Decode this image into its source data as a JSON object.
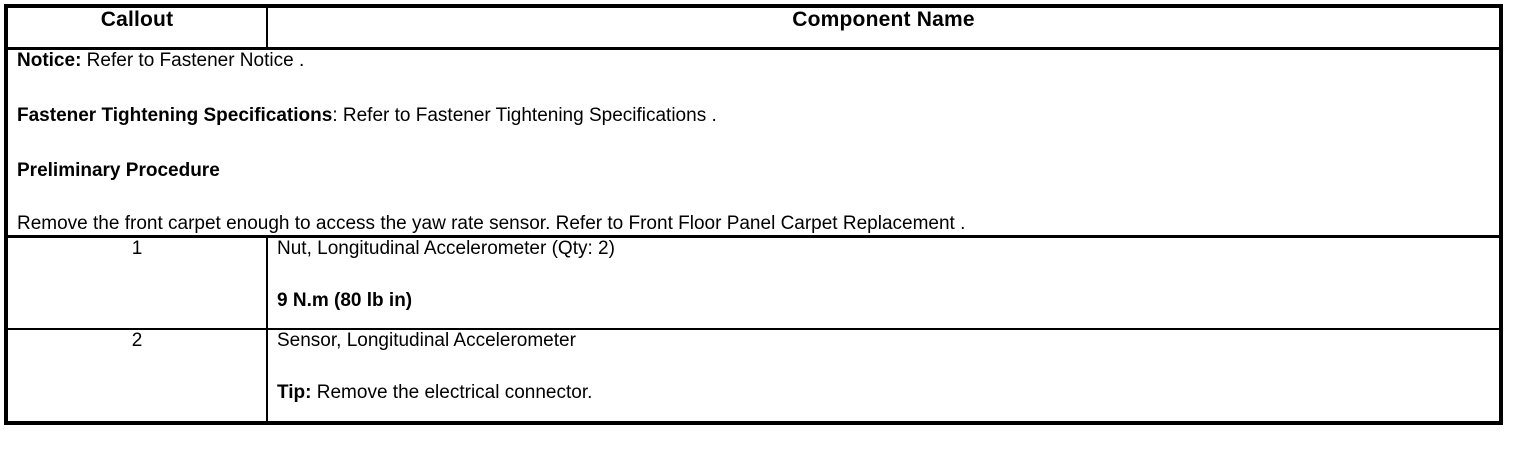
{
  "table": {
    "headers": {
      "callout": "Callout",
      "component_name": "Component Name"
    },
    "notice_block": {
      "notice_label": "Notice:",
      "notice_text": " Refer to Fastener Notice .",
      "fastener_spec_label": "Fastener Tightening Specifications",
      "fastener_spec_text": ": Refer to Fastener Tightening Specifications .",
      "preliminary_heading": "Preliminary Procedure",
      "preliminary_text": "Remove the front carpet enough to access the yaw rate sensor. Refer to Front Floor Panel Carpet Replacement ."
    },
    "rows": [
      {
        "callout": "1",
        "name": "Nut, Longitudinal Accelerometer (Qty: 2)",
        "torque": "9 N.m (80 lb in)",
        "tip_label": "",
        "tip_text": ""
      },
      {
        "callout": "2",
        "name": "Sensor, Longitudinal Accelerometer",
        "torque": "",
        "tip_label": "Tip:",
        "tip_text": " Remove the electrical connector."
      }
    ]
  },
  "colors": {
    "border": "#000000",
    "text": "#000000",
    "background": "#ffffff"
  }
}
